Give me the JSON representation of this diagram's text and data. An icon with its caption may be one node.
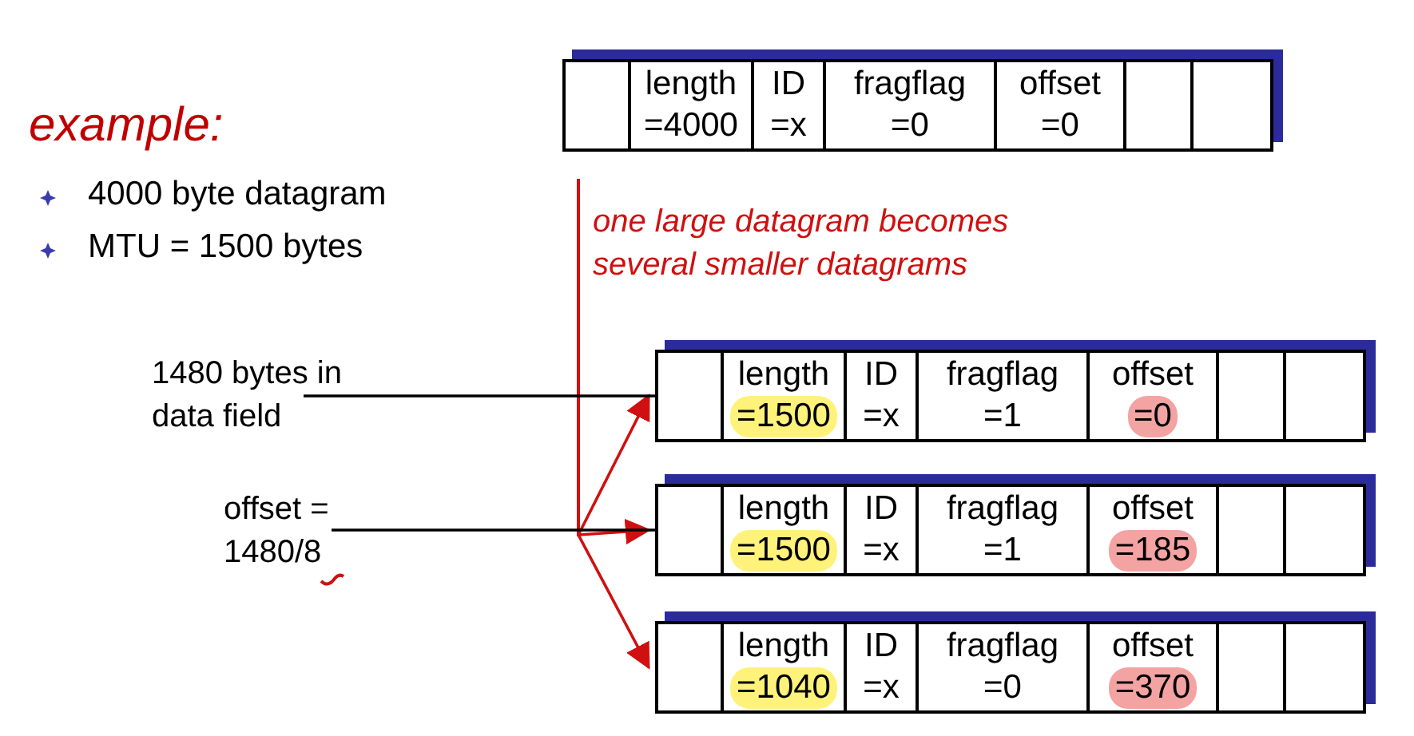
{
  "diagram": {
    "nodes": [
      {
        "text": [
          "length",
          "=4000",
          "ID",
          "=x",
          "fragflag",
          "=0",
          "offset",
          "=0"
        ]
      },
      {
        "text": [
          "length",
          "=1500",
          "ID",
          "=x",
          "fragflag",
          "=1",
          "offset",
          "=0"
        ]
      },
      {
        "text": [
          "length",
          "=1500",
          "ID",
          "=x",
          "fragflag",
          "=1",
          "offset",
          "=185"
        ]
      },
      {
        "text": [
          "length",
          "=1040",
          "ID",
          "=x",
          "fragflag",
          "=0",
          "offset",
          "=370"
        ]
      },
      {
        "text": [
          "1480 bytes in data field"
        ]
      },
      {
        "text": [
          "offset = 1480/8"
        ]
      }
    ],
    "edges": [
      {
        "from": 0,
        "to": 1,
        "arrow": "to"
      },
      {
        "from": 0,
        "to": 2,
        "arrow": "to"
      },
      {
        "from": 0,
        "to": 3,
        "arrow": "to"
      },
      {
        "from": 4,
        "to": 1,
        "arrow": "none",
        "color": "#000000"
      },
      {
        "from": 5,
        "to": 2,
        "arrow": "none",
        "color": "#000000"
      }
    ],
    "labels": [
      "example:",
      "4000 byte datagram",
      "MTU = 1500 bytes",
      "one large datagram becomes several smaller datagrams"
    ]
  }
}
